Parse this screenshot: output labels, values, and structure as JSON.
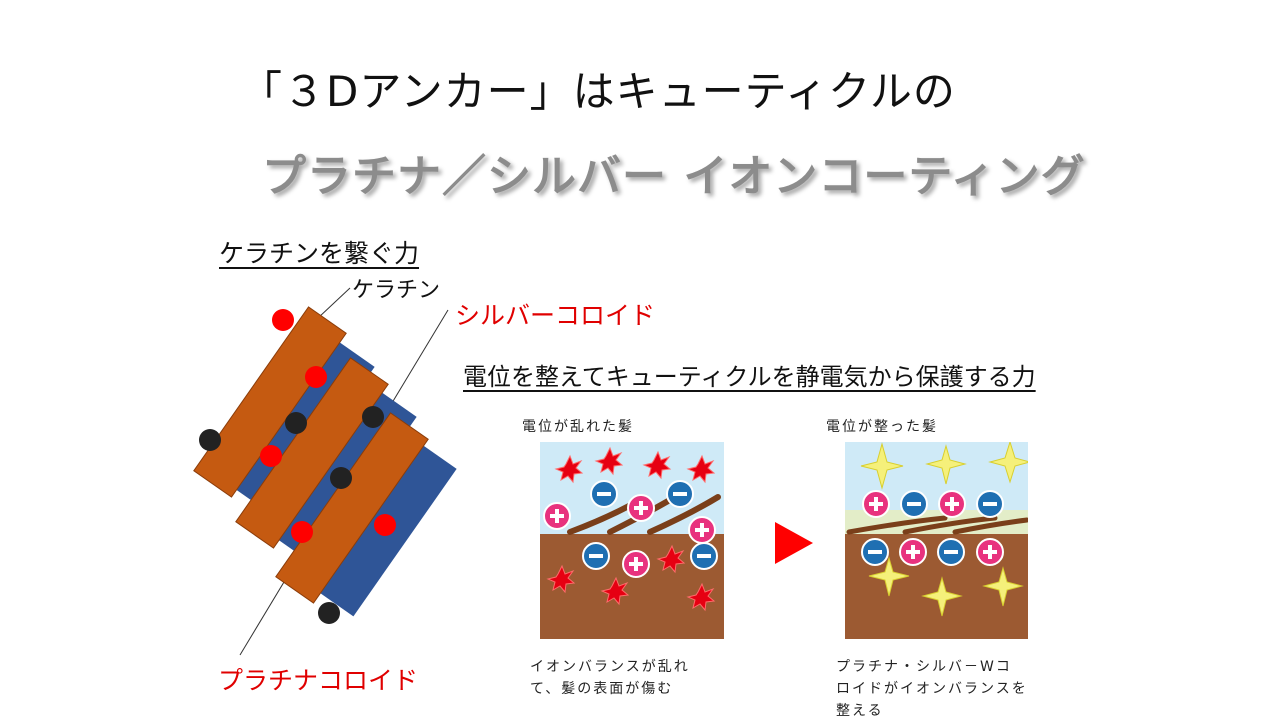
{
  "title": {
    "line1": "「３Dアンカー」はキューティクルの",
    "line2": "プラチナ／シルバー イオンコーティング"
  },
  "keratin_diagram": {
    "heading": "ケラチンを繋ぐ力",
    "keratin_label": "ケラチン",
    "silver_label": "シルバーコロイド",
    "platinum_label": "プラチナコロイド"
  },
  "potential": {
    "heading": "電位を整えてキューティクルを静電気から保護する力",
    "before_title": "電位が乱れた髪",
    "after_title": "電位が整った髪",
    "before_caption_1": "イオンバランスが乱れ",
    "before_caption_2": "て、髪の表面が傷む",
    "after_caption_1": "プラチナ・シルバ－Wコ",
    "after_caption_2": "ロイドがイオンバランスを",
    "after_caption_3": "整える"
  },
  "colors": {
    "keratin_orange": "#c55a11",
    "keratin_blue": "#2f5597",
    "silver_red": "#ff0000",
    "platinum_black": "#222222",
    "sky": "#cfeaf7",
    "hair_brown": "#9c5a32",
    "plus_pink": "#e8327e",
    "minus_blue": "#1f6fb2",
    "arrow_red": "#ff0000"
  }
}
